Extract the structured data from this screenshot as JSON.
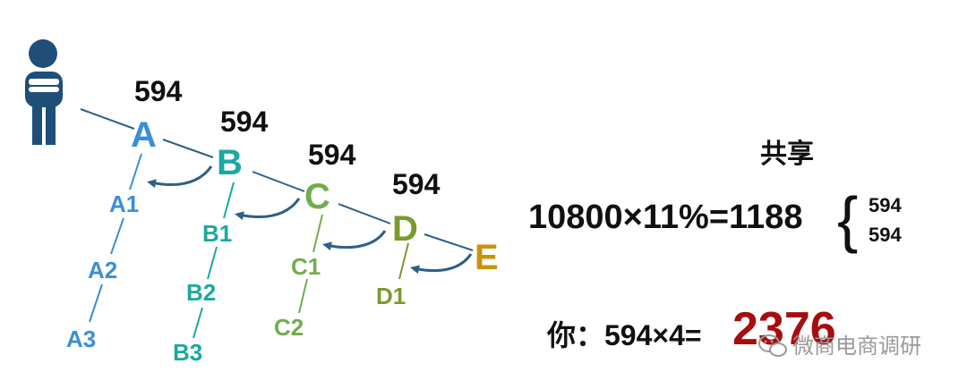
{
  "colors": {
    "A": "#3a8fd6",
    "B": "#1aa8a0",
    "C": "#6fae4f",
    "D": "#7b9a2e",
    "E": "#c9930a",
    "link": "#2f5f86",
    "person": "#1f4e79",
    "result": "#a60d0d"
  },
  "diagram": {
    "values": [
      "594",
      "594",
      "594",
      "594"
    ],
    "nodes": {
      "A": "A",
      "B": "B",
      "C": "C",
      "D": "D",
      "E": "E",
      "A1": "A1",
      "A2": "A2",
      "A3": "A3",
      "B1": "B1",
      "B2": "B2",
      "B3": "B3",
      "C1": "C1",
      "C2": "C2",
      "D1": "D1"
    }
  },
  "share": {
    "title": "共享",
    "formula": "10800×11%=1188",
    "brace": "{",
    "split": [
      "594",
      "594"
    ]
  },
  "you": {
    "label": "你：594×4=",
    "result": "2376"
  },
  "watermark": {
    "text": "微商电商调研"
  }
}
